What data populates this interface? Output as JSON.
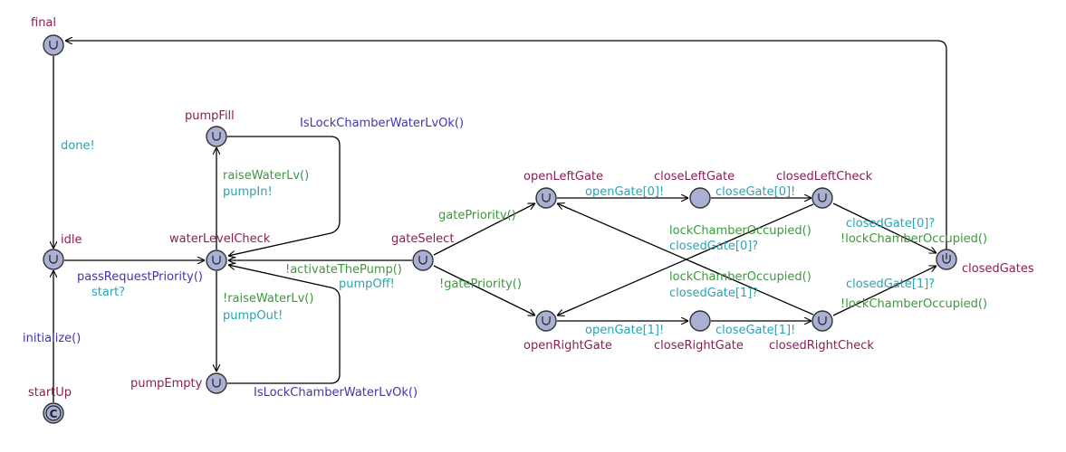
{
  "diagram": {
    "locations": {
      "final": {
        "name": "final",
        "mark": "urgent-icon"
      },
      "idle": {
        "name": "idle",
        "mark": "urgent-icon"
      },
      "startUp": {
        "name": "startUp",
        "mark": "committed-icon"
      },
      "pumpFill": {
        "name": "pumpFill",
        "mark": "urgent-icon"
      },
      "waterLevelCheck": {
        "name": "waterLevelCheck",
        "mark": "urgent-icon"
      },
      "pumpEmpty": {
        "name": "pumpEmpty",
        "mark": "urgent-icon"
      },
      "gateSelect": {
        "name": "gateSelect",
        "mark": "urgent-icon"
      },
      "openLeftGate": {
        "name": "openLeftGate",
        "mark": "urgent-icon"
      },
      "closeLeftGate": {
        "name": "closeLeftGate",
        "mark": "none"
      },
      "closedLeftCheck": {
        "name": "closedLeftCheck",
        "mark": "urgent-icon"
      },
      "openRightGate": {
        "name": "openRightGate",
        "mark": "urgent-icon"
      },
      "closeRightGate": {
        "name": "closeRightGate",
        "mark": "none"
      },
      "closedRightCheck": {
        "name": "closedRightCheck",
        "mark": "urgent-icon"
      },
      "closedGates": {
        "name": "closedGates",
        "mark": "urgent-icon"
      }
    },
    "labels": {
      "done": "done!",
      "initialize": "initialize()",
      "passRequestPriority": "passRequestPriority()",
      "start": "start?",
      "raiseWaterLv": "raiseWaterLv()",
      "pumpIn": "pumpIn!",
      "isLockOkTop": "IsLockChamberWaterLvOk()",
      "notActivatePump": "!activateThePump()",
      "pumpOff": "pumpOff!",
      "notRaiseWaterLv": "!raiseWaterLv()",
      "pumpOut": "pumpOut!",
      "isLockOkBottom": "IsLockChamberWaterLvOk()",
      "gatePriority": "gatePriority()",
      "notGatePriority": "!gatePriority()",
      "openGate0": "openGate[0]!",
      "closeGate0": "closeGate[0]!",
      "openGate1": "openGate[1]!",
      "closeGate1": "closeGate[1]!",
      "lockOccupiedLeft": "lockChamberOccupied()",
      "closedGate0Left": "closedGate[0]?",
      "lockOccupiedRight": "lockChamberOccupied()",
      "closedGate1Right": "closedGate[1]?",
      "closedGate0": "closedGate[0]?",
      "notLockOccupiedTop": "!lockChamberOccupied()",
      "closedGate1": "closedGate[1]?",
      "notLockOccupiedBottom": "!lockChamberOccupied()"
    },
    "colors": {
      "location_name": "#8b1e52",
      "guard": "#3a9a3a",
      "sync": "#2aa3b4",
      "assignment": "#3d35b5",
      "node_fill": "#a9b0d3"
    }
  }
}
